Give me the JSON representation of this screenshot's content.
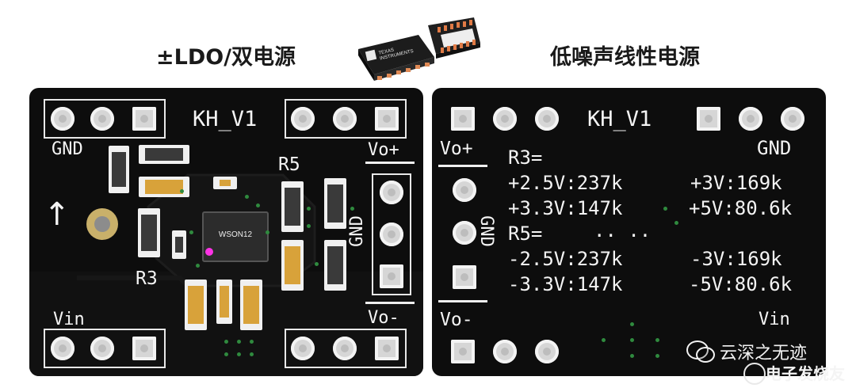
{
  "titles": {
    "left": "±LDO/双电源",
    "right": "低噪声线性电源"
  },
  "chip_photo": {
    "brand": "TEXAS INSTRUMENTS"
  },
  "left_board": {
    "version": "KH_V1",
    "gnd": "GND",
    "vo_plus": "Vo+",
    "vo_minus": "Vo-",
    "gnd_vertical": "GND",
    "vin": "Vin",
    "r5": "R5",
    "r3": "R3",
    "ic_label": "WSON12",
    "arrow": "↑"
  },
  "right_board": {
    "version": "KH_V1",
    "vo_plus": "Vo+",
    "vo_minus": "Vo-",
    "gnd_top": "GND",
    "gnd_vertical": "GND",
    "vin": "Vin",
    "r3_header": "R3=",
    "r3_rows": [
      "+2.5V:237k",
      "+3.3V:147k"
    ],
    "r3_rows_right": [
      "+3V:169k",
      "+5V:80.6k"
    ],
    "r5_header": "R5=",
    "dots": ".. ..",
    "r5_rows": [
      "-2.5V:237k",
      "-3.3V:147k"
    ],
    "r5_rows_right": [
      "-3V:169k",
      "-5V:80.6k"
    ]
  },
  "watermark": {
    "channel": "云深之无迹",
    "site": "电子发烧友"
  }
}
